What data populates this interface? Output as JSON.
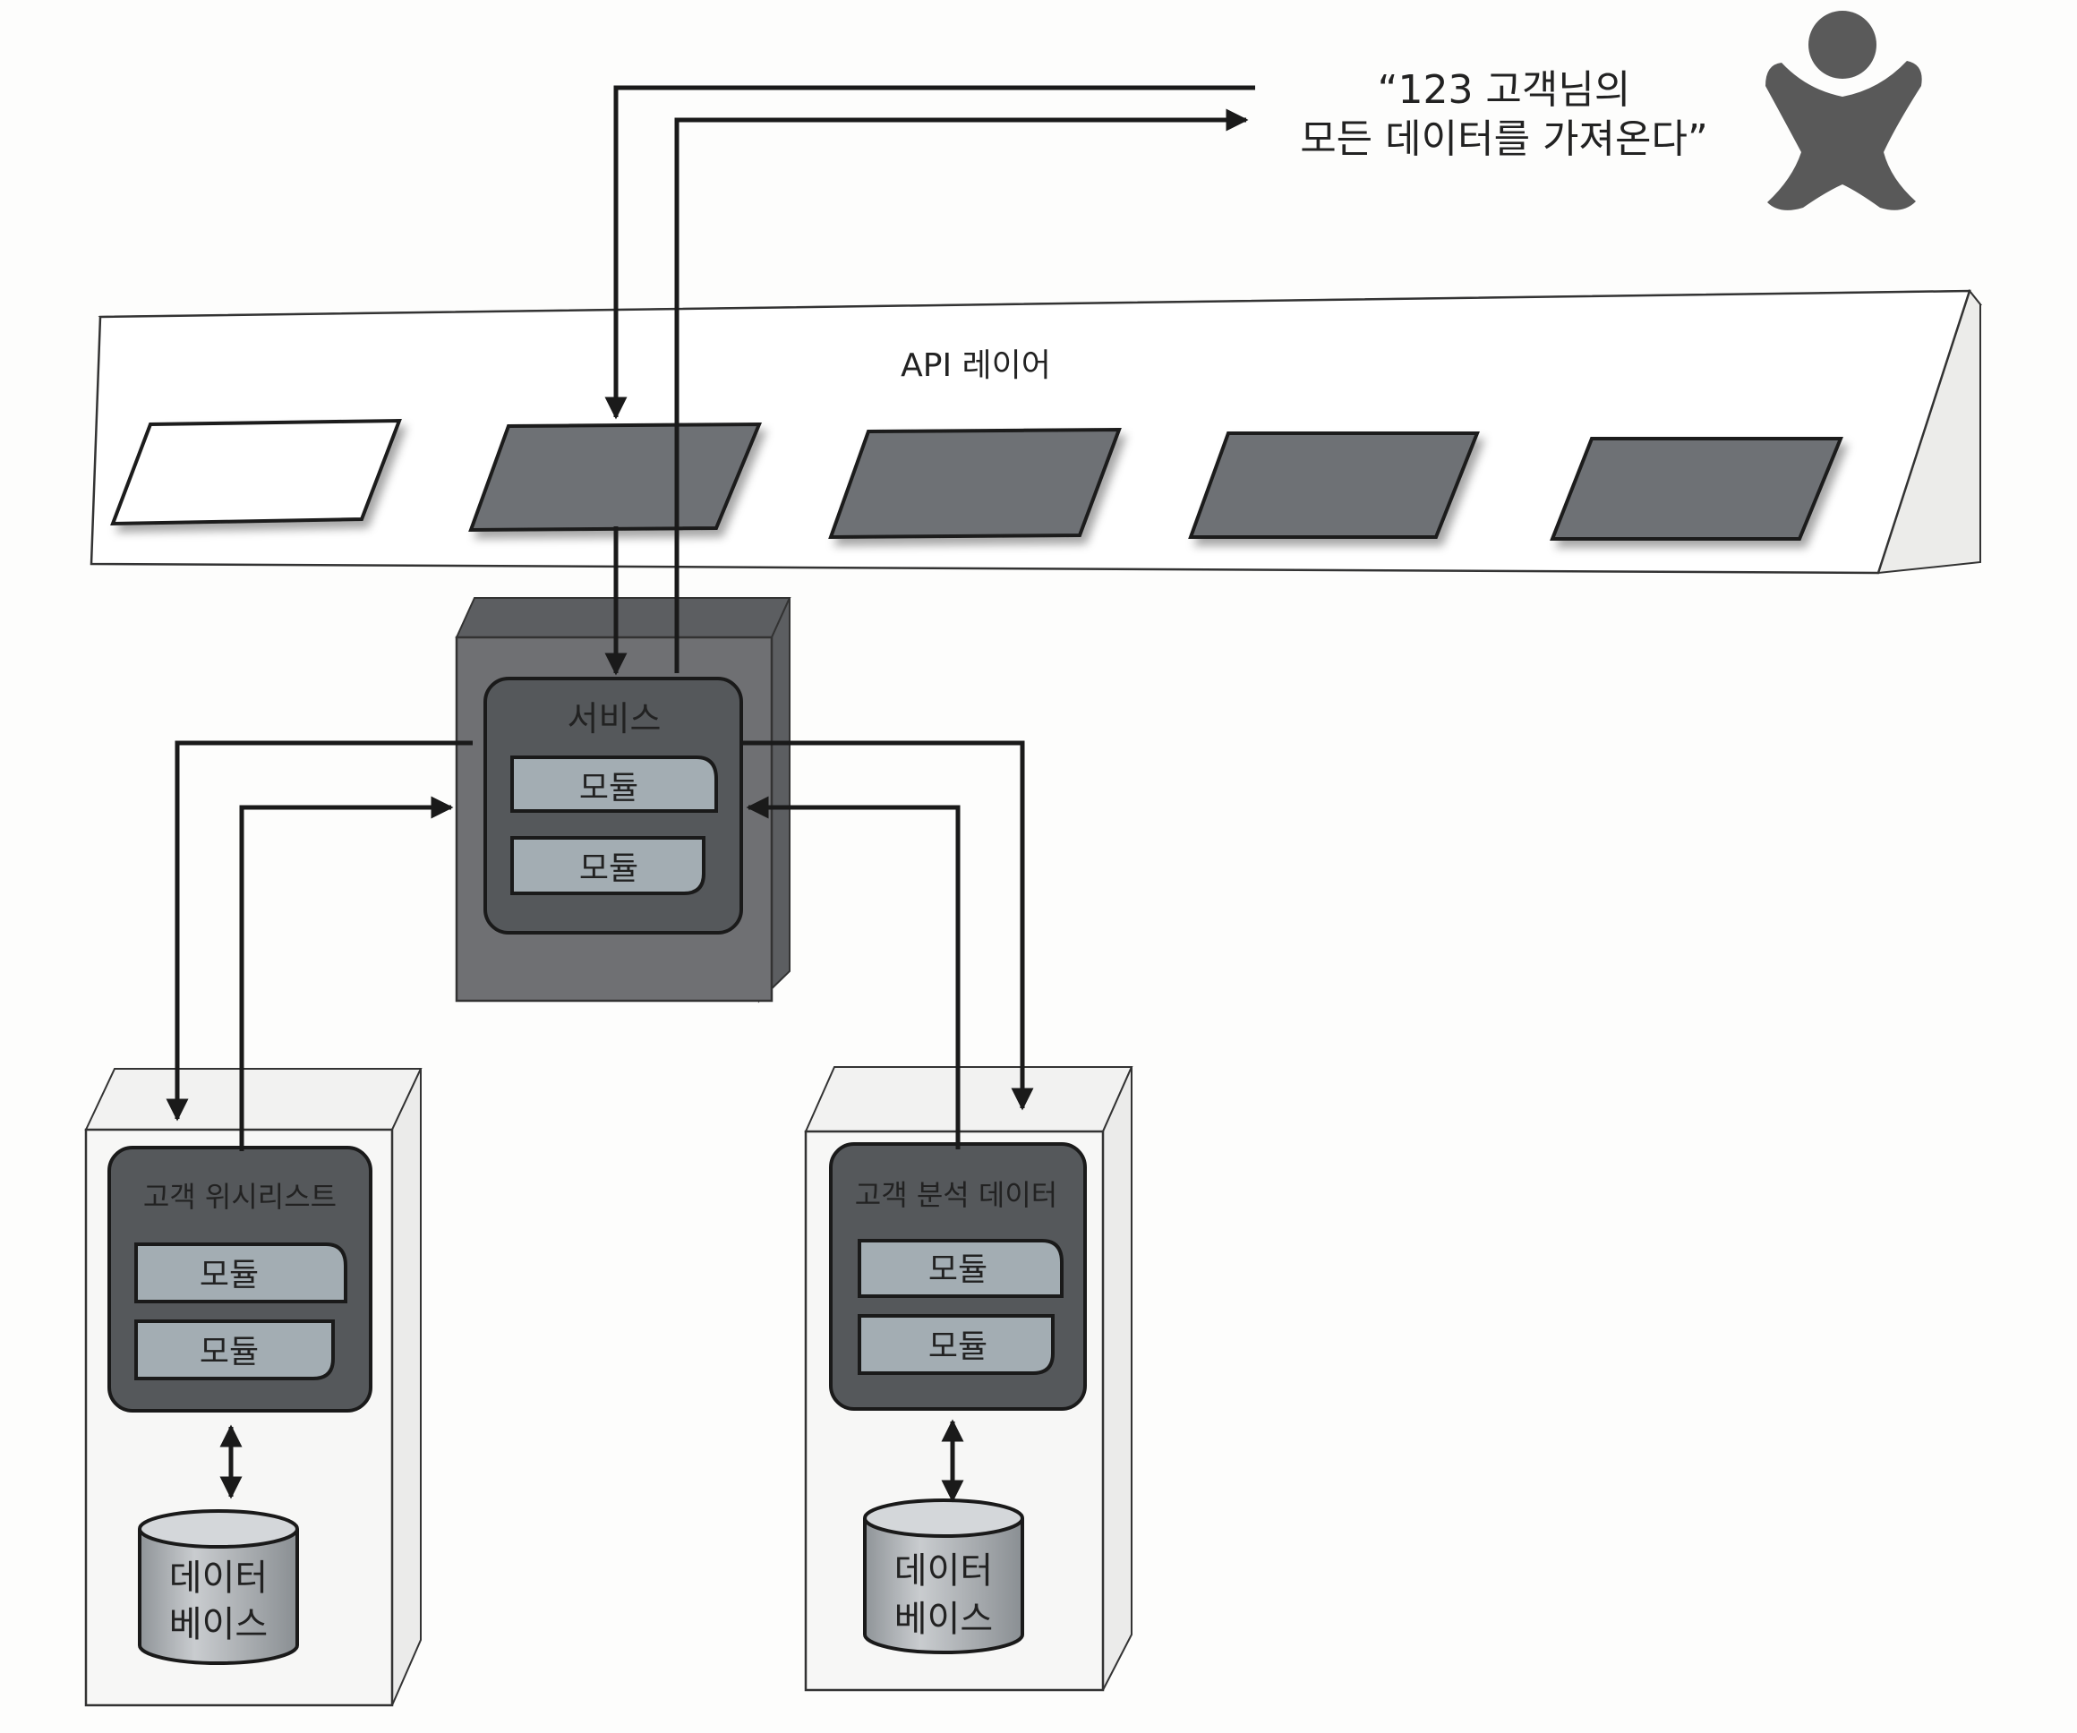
{
  "request_quote": {
    "line1": "“123 고객님의",
    "line2": "모든 데이터를 가져온다”"
  },
  "user_icon": "person-icon",
  "api_layer": {
    "label": "API 레이어",
    "endpoints": [
      {
        "state": "idle"
      },
      {
        "state": "active"
      },
      {
        "state": "active"
      },
      {
        "state": "active"
      },
      {
        "state": "active"
      }
    ]
  },
  "service": {
    "title": "서비스",
    "modules": [
      "모듈",
      "모듈"
    ]
  },
  "wishlist_service": {
    "title": "고객 위시리스트",
    "modules": [
      "모듈",
      "모듈"
    ],
    "database": [
      "데이터",
      "베이스"
    ]
  },
  "analytics_service": {
    "title": "고객 분석 데이터",
    "modules": [
      "모듈",
      "모듈"
    ],
    "database": [
      "데이터",
      "베이스"
    ]
  },
  "colors": {
    "background": "#fdfdfc",
    "endpoint_active": "#6e7174",
    "endpoint_idle": "#ffffff",
    "service_box": "#6f7073",
    "module_fill": "#a3adb3",
    "container_dark": "#55585b",
    "db_fill": "#b3b6b9",
    "line": "#1a1a1a"
  }
}
